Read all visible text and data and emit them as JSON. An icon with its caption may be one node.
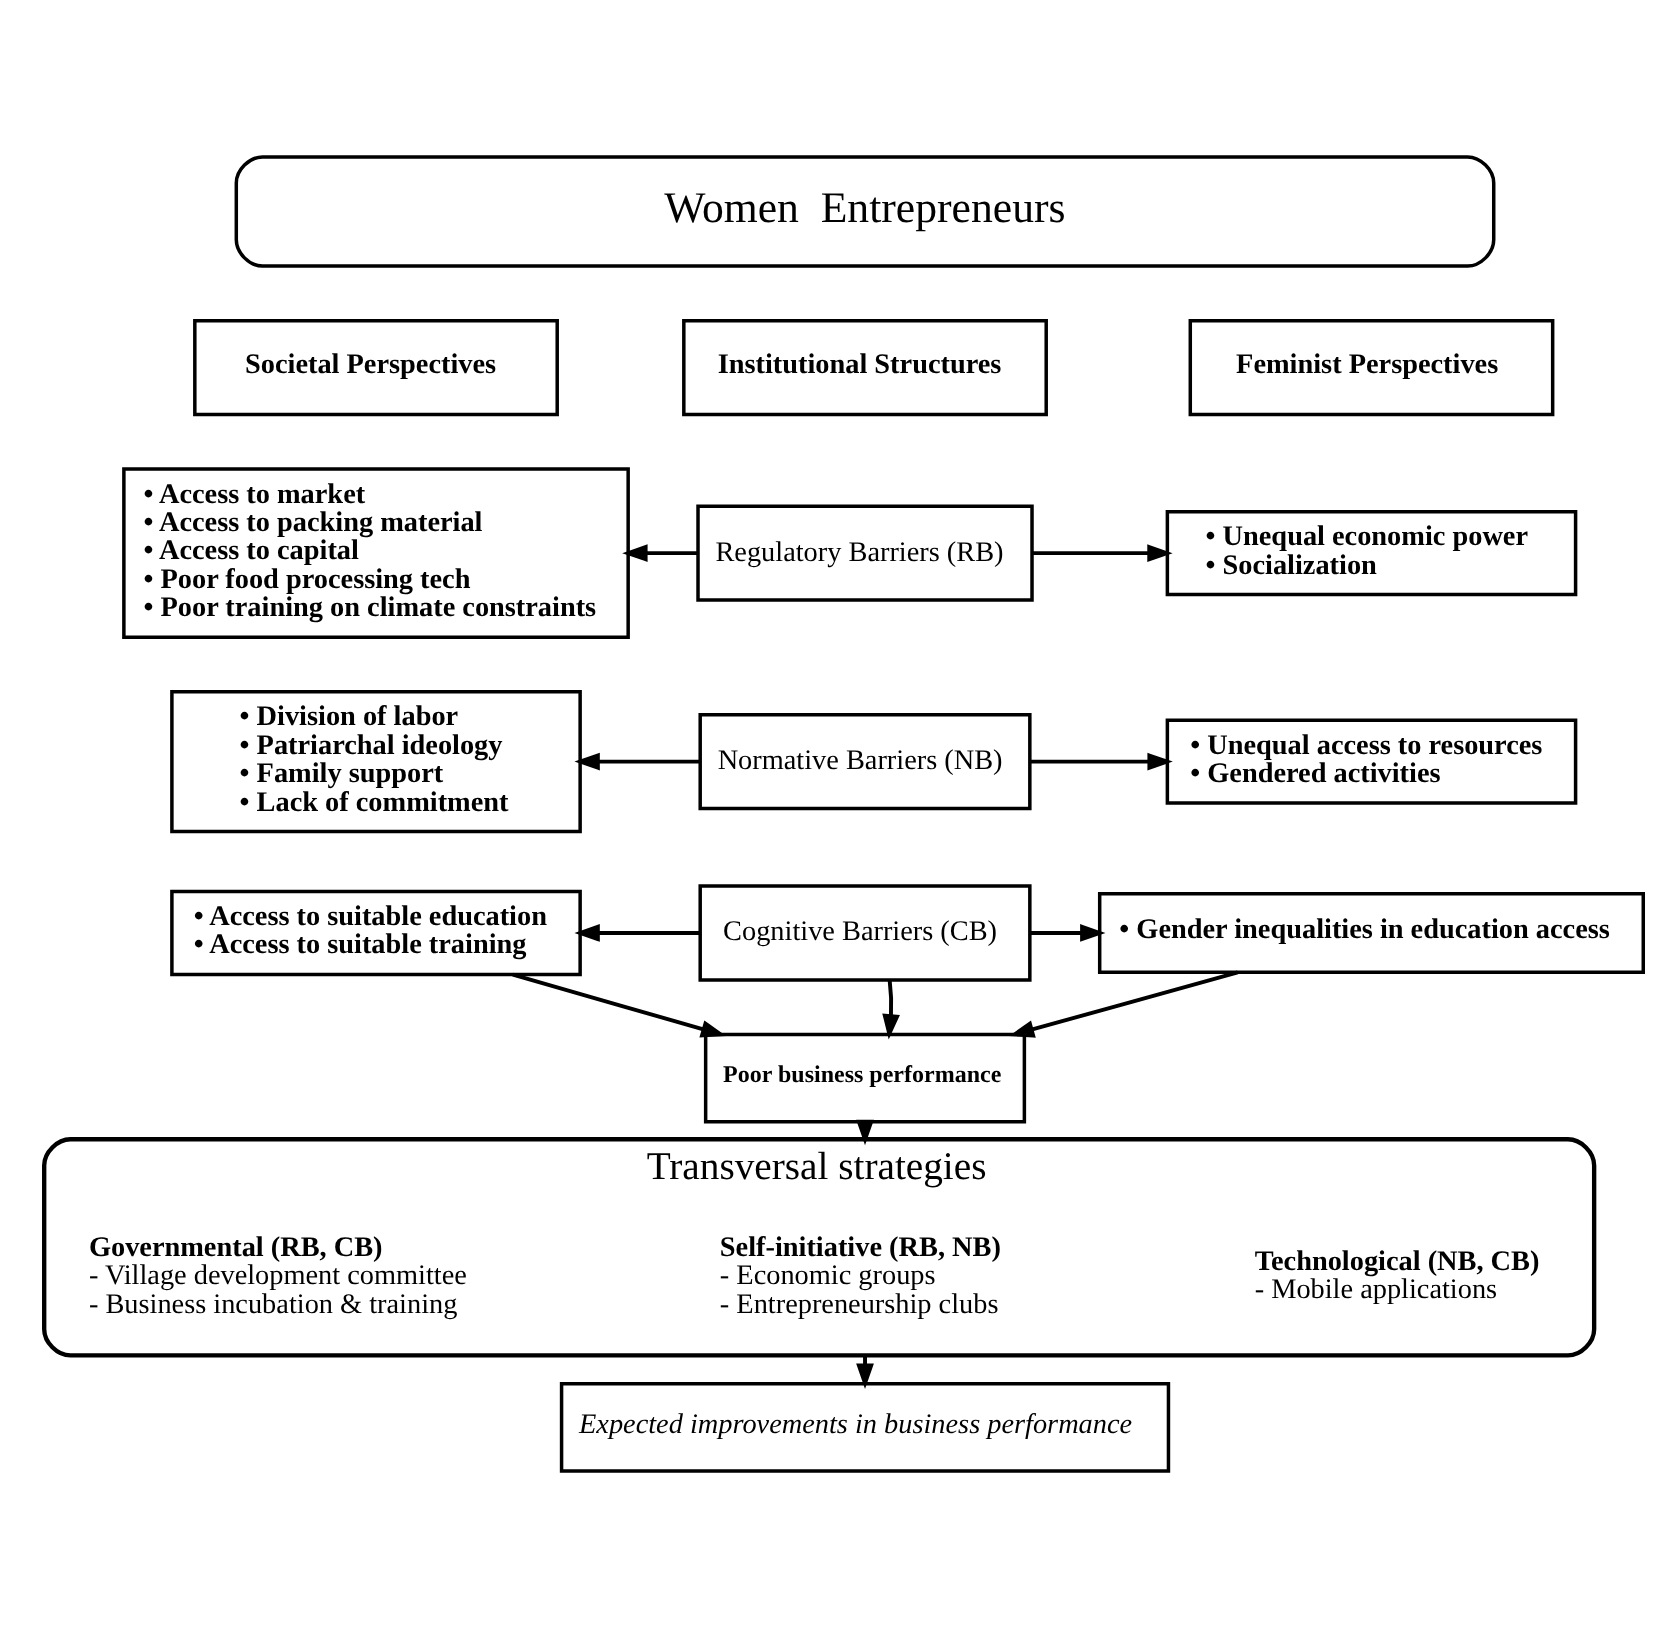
{
  "diagram": {
    "nodes": [
      {
        "text": [
          "Women  Entrepreneurs"
        ]
      },
      {
        "text": [
          "Societal Perspectives"
        ]
      },
      {
        "text": [
          "Institutional Structures"
        ]
      },
      {
        "text": [
          "Feminist Perspectives"
        ]
      },
      {
        "text": [
          "• Access to market",
          "• Access to packing material",
          "• Access to capital",
          "• Poor food processing tech",
          "• Poor training on climate constraints"
        ]
      },
      {
        "text": [
          "Regulatory Barriers (RB)"
        ]
      },
      {
        "text": [
          "• Unequal economic power",
          "• Socialization"
        ]
      },
      {
        "text": [
          "• Division of labor",
          "• Patriarchal ideology",
          "• Family support",
          "• Lack of commitment"
        ]
      },
      {
        "text": [
          "Normative Barriers (NB)"
        ]
      },
      {
        "text": [
          "• Unequal access to resources",
          "• Gendered activities"
        ]
      },
      {
        "text": [
          "• Access to suitable education",
          "• Access to suitable training"
        ]
      },
      {
        "text": [
          "Cognitive Barriers (CB)"
        ]
      },
      {
        "text": [
          "• Gender inequalities in education access"
        ]
      },
      {
        "text": [
          "Poor business performance"
        ]
      },
      {
        "text": [
          "Transversal strategies"
        ]
      },
      {
        "text": [
          "Governmental (RB, CB)",
          "- Village development committee",
          "- Business incubation & training"
        ],
        "in": 14
      },
      {
        "text": [
          "Self-initiative (RB, NB)",
          "- Economic groups",
          "- Entrepreneurship clubs"
        ],
        "in": 14
      },
      {
        "text": [
          "Technological (NB, CB)",
          "- Mobile applications"
        ],
        "in": 14
      },
      {
        "text": [
          "Expected improvements in business performance"
        ]
      }
    ],
    "edges": [
      {
        "from": 5,
        "to": 4,
        "arrow": "to"
      },
      {
        "from": 5,
        "to": 6,
        "arrow": "to"
      },
      {
        "from": 8,
        "to": 7,
        "arrow": "to"
      },
      {
        "from": 8,
        "to": 9,
        "arrow": "to"
      },
      {
        "from": 11,
        "to": 10,
        "arrow": "to"
      },
      {
        "from": 11,
        "to": 12,
        "arrow": "to"
      },
      {
        "from": 11,
        "to": 13,
        "arrow": "to"
      },
      {
        "from": 10,
        "to": 13,
        "arrow": "to"
      },
      {
        "from": 12,
        "to": 13,
        "arrow": "to"
      },
      {
        "from": 13,
        "to": 14,
        "arrow": "to"
      },
      {
        "from": 14,
        "to": 18,
        "arrow": "to"
      }
    ]
  }
}
